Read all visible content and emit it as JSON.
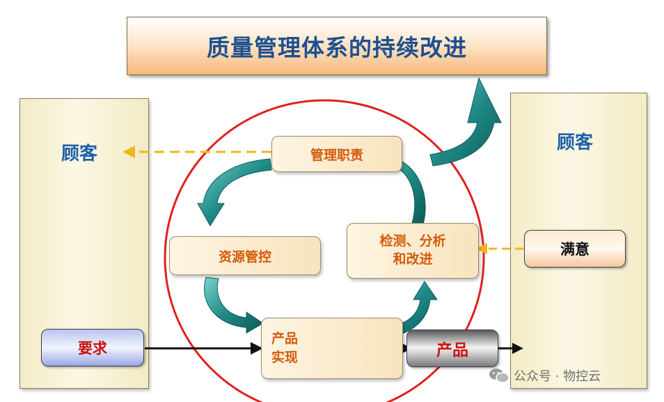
{
  "title": "质量管理体系的持续改进",
  "customer_left": "顾客",
  "customer_right": "顾客",
  "nodes": {
    "management": "管理职责",
    "resources": "资源管控",
    "measurement_line1": "检测、分析",
    "measurement_line2": "和改进",
    "realization_line1": "产品",
    "realization_line2": "实现"
  },
  "input_label": "要求",
  "output_label": "产品",
  "satisfaction_label": "满意",
  "watermark": "公众号 · 物控云",
  "colors": {
    "circle": "#e0201c",
    "arrow_teal": "#1f8a86",
    "dashed": "#f2b51c",
    "customer_text": "#1f5fa8",
    "node_text": "#d45a0a",
    "title_text": "#1f4f8f"
  }
}
